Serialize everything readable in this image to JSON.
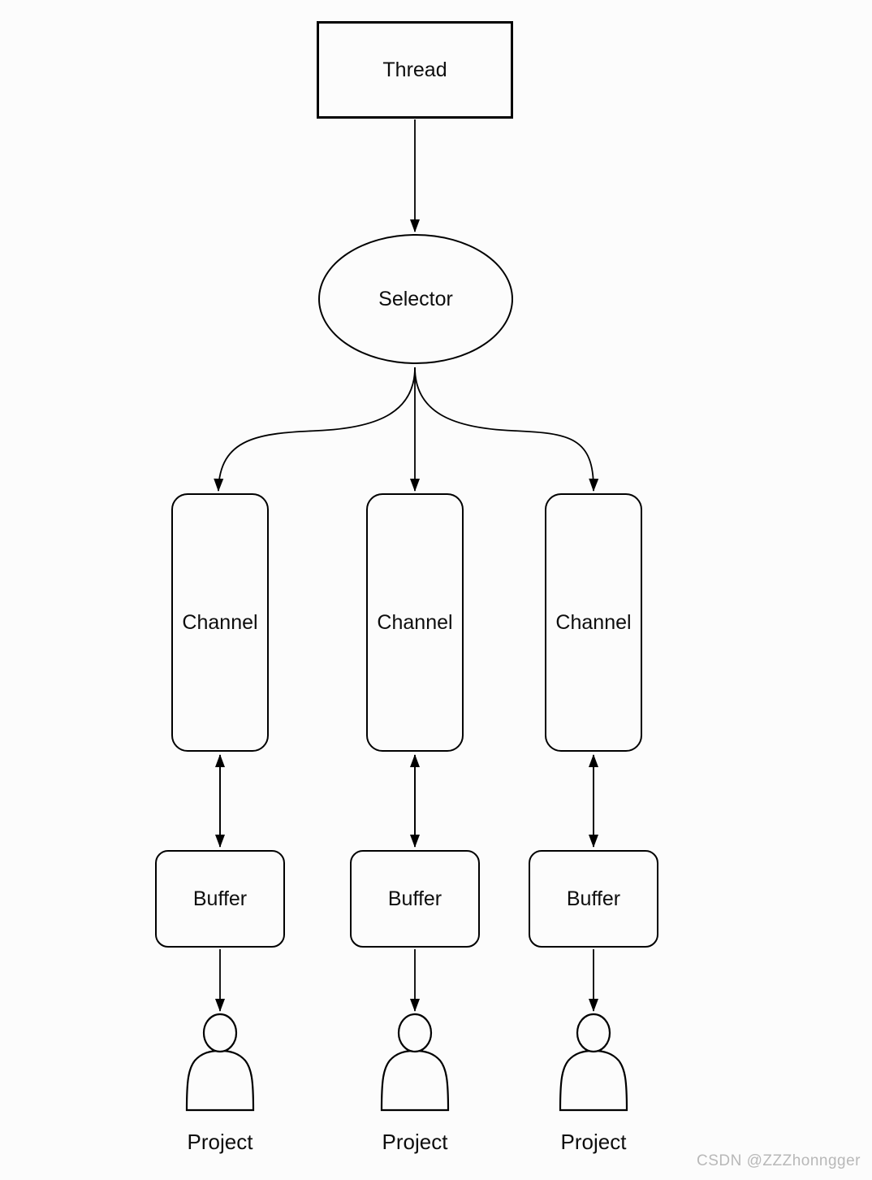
{
  "diagram": {
    "thread": {
      "label": "Thread"
    },
    "selector": {
      "label": "Selector"
    },
    "columns": [
      {
        "channel": "Channel",
        "buffer": "Buffer",
        "project": "Project"
      },
      {
        "channel": "Channel",
        "buffer": "Buffer",
        "project": "Project"
      },
      {
        "channel": "Channel",
        "buffer": "Buffer",
        "project": "Project"
      }
    ],
    "icons": {
      "person": "person-silhouette"
    },
    "colors": {
      "stroke": "#000000",
      "node_fill": "#fcfcfc",
      "text": "#0d0d0d",
      "watermark": "#b8b8b8"
    }
  },
  "watermark": {
    "text": "CSDN @ZZZhonngger"
  }
}
